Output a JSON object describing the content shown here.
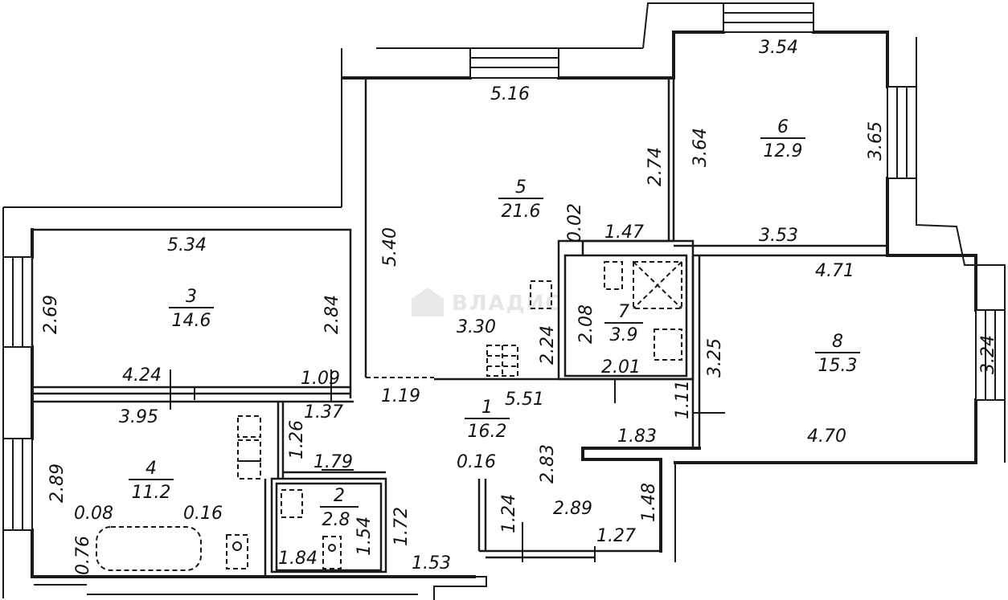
{
  "rooms": [
    {
      "number": "1",
      "area": "16.2"
    },
    {
      "number": "2",
      "area": "2.8"
    },
    {
      "number": "3",
      "area": "14.6"
    },
    {
      "number": "4",
      "area": "11.2"
    },
    {
      "number": "5",
      "area": "21.6"
    },
    {
      "number": "6",
      "area": "12.9"
    },
    {
      "number": "7",
      "area": "3.9"
    },
    {
      "number": "8",
      "area": "15.3"
    }
  ],
  "dimensions": {
    "r5_top": "5.16",
    "r5_left": "5.40",
    "r5_inner": "3.30",
    "r5_right": "2.74",
    "r5_step": "0.02",
    "r5_bottom": "1.47",
    "r6_top": "3.54",
    "r6_left": "3.64",
    "r6_right": "3.65",
    "r6_bottom": "3.53",
    "r3_top": "5.34",
    "r3_left": "2.69",
    "r3_right": "2.84",
    "r3_bottom": "4.24",
    "r3_small": "1.09",
    "r7_left": "2.24",
    "r7_inner": "2.08",
    "r7_bottom": "2.01",
    "r8_top": "4.71",
    "r8_left": "3.25",
    "r8_right": "3.24",
    "r8_bottom": "4.70",
    "r8_step": "1.11",
    "corr_a": "1.19",
    "corr_b": "5.51",
    "corr_c": "1.37",
    "corr_d": "1.26",
    "corr_e": "1.83",
    "r4_top": "3.95",
    "r4_left": "2.89",
    "r4_a": "0.08",
    "r4_b": "0.16",
    "r4_c": "0.76",
    "r2_top": "1.79",
    "r2_right": "1.54",
    "r2_bottom": "1.84",
    "r2_outer": "1.72",
    "r1_a": "0.16",
    "r1_b": "2.83",
    "r1_c": "1.24",
    "r1_d": "2.89",
    "r1_e": "1.48",
    "r1_f": "1.27",
    "r1_g": "1.53"
  },
  "watermark": "ВЛАДИС"
}
